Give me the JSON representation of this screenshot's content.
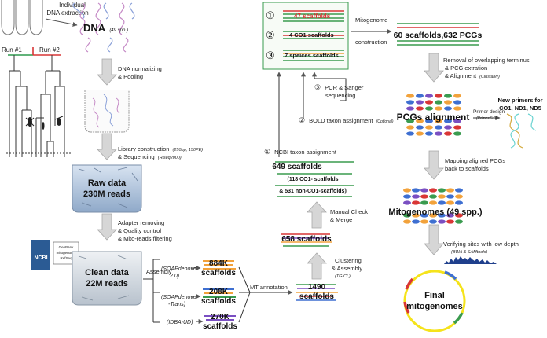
{
  "left": {
    "extraction": [
      "Individual",
      "DNA extraction"
    ],
    "dna_label": "DNA",
    "dna_spp": "(49 spp.)",
    "run1": "Run #1",
    "run2": "Run #2",
    "normalizing": [
      "DNA normalizing",
      "& Pooling"
    ],
    "library_line1": "Library construction",
    "library_line1_note": "(250bp, 150PE)",
    "library_line2": "& Sequencing",
    "library_line2_note": "(Hiseq2000)",
    "raw_data": [
      "Raw data",
      "230M reads"
    ],
    "ncbi_logo": "NCBI",
    "ncbi_db": [
      "GenBank",
      "mitogenome",
      "RefSeq"
    ],
    "adapter": [
      "Adapter removing",
      "& Quality control",
      "& Mito-reads filtering"
    ],
    "clean_data": [
      "Clean data",
      "22M reads"
    ],
    "assembly": "Assembly"
  },
  "assemblers": [
    {
      "name": [
        "(SOAPdenovo",
        "2.0)"
      ],
      "count": "884K",
      "unit": "scaffolds"
    },
    {
      "name": [
        "(SOAPdenovo",
        "-Trans)"
      ],
      "count": "208K",
      "unit": "scaffolds"
    },
    {
      "name": [
        "(IDBA-UD)"
      ],
      "count": "270K",
      "unit": "scaffolds"
    }
  ],
  "middle": {
    "mt_annotation": "MT annotation",
    "s1490": [
      "1490",
      "scaffolds"
    ],
    "clustering": [
      "Clustering",
      "& Assembly"
    ],
    "tgicl": "(TGICL)",
    "s658": "658 scaffolds",
    "manual": [
      "Manual Check",
      "& Merge"
    ],
    "s649": "649 scaffolds",
    "s649_a": "(118 CO1- scaffolds",
    "s649_b": "& 531 non-CO1-scaffolds)",
    "ncbi_taxon": "NCBI taxon assignment",
    "bold": "BOLD taxon assignment",
    "bold_note": "(Optional)",
    "pcr": [
      "PCR & Sanger",
      "sequencing"
    ],
    "box": [
      "47 scaffolds",
      "4 CO1 scaffolds",
      "7 speices  scaffolds"
    ],
    "nums": [
      "①",
      "②",
      "③"
    ]
  },
  "right": {
    "mito_construction": [
      "Mitogenome",
      "construction"
    ],
    "s60": "60 scaffolds,632 PCGs",
    "removal": [
      "Removal of overlapping terminus",
      "& PCG extration",
      "& Alignment"
    ],
    "clustalw": "(ClustalW)",
    "pcg_alignment": "PCGs alignment",
    "primer_design": "Primer design",
    "primer_note": "(Primer 5.0)",
    "new_primers": [
      "New primers for",
      "CO1, ND1, ND5"
    ],
    "mapping": [
      "Mapping aligned PCGs",
      "back to scaffolds"
    ],
    "mitogenomes": "Mitogenomes (49 spp.)",
    "verifying": "Verifying sites with low depth",
    "bwa": "(BWA & SAMtools)",
    "final": [
      "Final",
      "mitogenomes"
    ]
  },
  "colors": {
    "arrow": "#c9c9c9",
    "arrow_edge": "#9a9a9a",
    "raw_box": "#a9c0dc",
    "clean_box": "#cfd6df",
    "green": "#3a9b4f",
    "red": "#d93636",
    "orange": "#f2a23b",
    "purple": "#7a4fc2",
    "blue": "#3e6fd1",
    "yellow": "#f5e31b"
  }
}
